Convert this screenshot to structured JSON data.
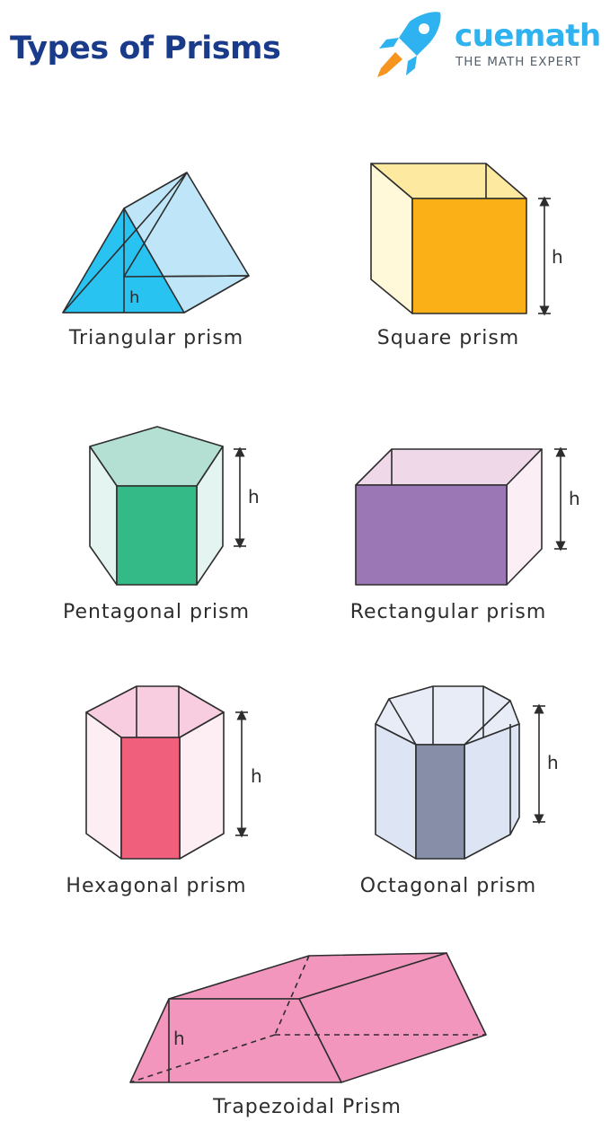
{
  "header": {
    "title": "Types of Prisms"
  },
  "logo": {
    "wordmark": "cuemath",
    "tagline": "THE MATH EXPERT",
    "icon": "rocket-icon",
    "color": "#2eb2f0",
    "flame_color": "#f7941d"
  },
  "height_label": "h",
  "prisms": [
    {
      "id": "triangular",
      "label": "Triangular prism",
      "colors": {
        "front": "#29c3f2",
        "back": "#bfe6f8"
      }
    },
    {
      "id": "square",
      "label": "Square prism",
      "colors": {
        "front": "#fbb017",
        "top": "#fde9a0",
        "side": "#fff9da"
      }
    },
    {
      "id": "pentagonal",
      "label": "Pentagonal prism",
      "colors": {
        "front": "#34ba87",
        "top": "#b3e0d3",
        "side": "#e4f4f0"
      }
    },
    {
      "id": "rectangular",
      "label": "Rectangular prism",
      "colors": {
        "front": "#9b77b5",
        "top": "#efd8e8",
        "side": "#fbeef4"
      }
    },
    {
      "id": "hexagonal",
      "label": "Hexagonal prism",
      "colors": {
        "front": "#f0607c",
        "top": "#f8cde0",
        "side": "#fdeef3"
      }
    },
    {
      "id": "octagonal",
      "label": "Octagonal prism",
      "colors": {
        "front": "#878ea8",
        "top": "#e8ecf6",
        "side": "#dde5f4"
      }
    },
    {
      "id": "trapezoidal",
      "label": "Trapezoidal Prism",
      "colors": {
        "face": "#f296bd"
      }
    }
  ]
}
